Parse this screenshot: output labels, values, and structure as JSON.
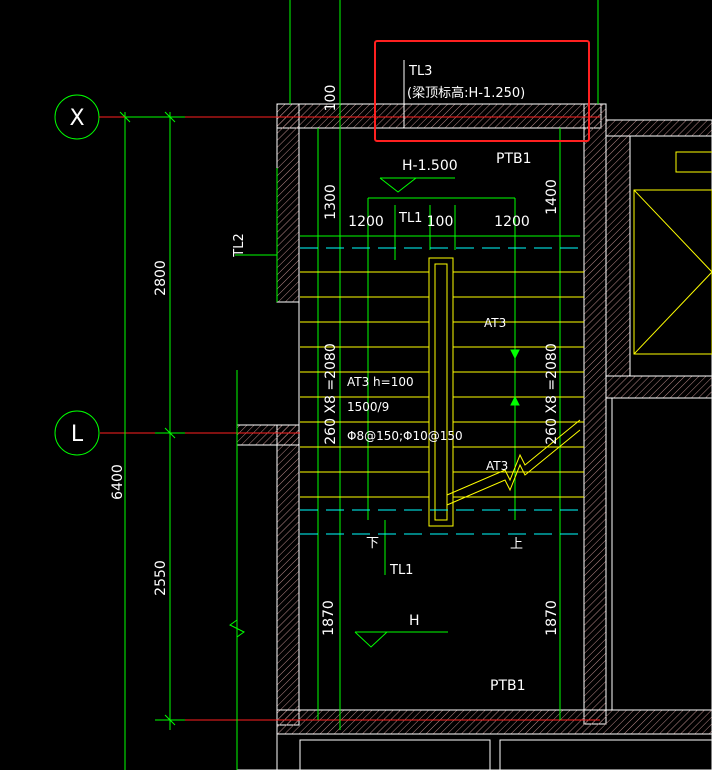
{
  "colors": {
    "background": "#000000",
    "wall_outline": "#ffffff",
    "hatch": "#c8a0a0",
    "dimension": "#00ff00",
    "axis": "#ff0000",
    "stair_line": "#ffff00",
    "dashed_line": "#00ffff",
    "text": "#ffffff",
    "highlight": "#ff2020"
  },
  "axes": {
    "x_label": "X",
    "l_label": "L"
  },
  "dimensions": {
    "total_6400": "6400",
    "seg_2800": "2800",
    "seg_2550": "2550",
    "top_100": "100",
    "left_1300": "1300",
    "right_1400": "1400",
    "width_1200_left": "1200",
    "width_100": "100",
    "width_1200_right": "1200",
    "flight_left": "260 X8 =2080",
    "flight_right": "260 X8 =2080",
    "bottom_left_1870": "1870",
    "bottom_right_1870": "1870"
  },
  "labels": {
    "tl3_name": "TL3",
    "tl3_elevation": "(梁顶标高:H-1.250)",
    "ptb1_top": "PTB1",
    "ptb1_bottom": "PTB1",
    "elev_top": "H-1.500",
    "elev_bottom": "H",
    "tl1_top": "TL1",
    "tl1_bottom": "TL1",
    "tl2": "TL2",
    "at3_upper": "AT3",
    "at3_lower": "AT3",
    "at3_spec": "AT3  h=100",
    "at3_span": "1500/9",
    "at3_rebar": "Φ8@150;Φ10@150",
    "down_mark": "下",
    "up_mark": "上"
  }
}
